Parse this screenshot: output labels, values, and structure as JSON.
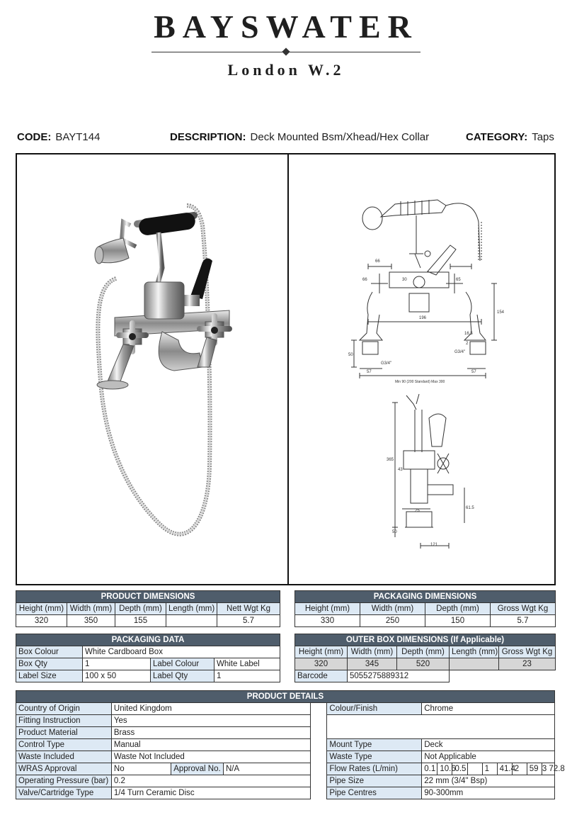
{
  "brand": {
    "name": "BAYSWATER",
    "sub": "London W.2"
  },
  "info": {
    "code_label": "CODE:",
    "code": "BAYT144",
    "desc_label": "DESCRIPTION:",
    "desc": "Deck Mounted Bsm/Xhead/Hex Collar",
    "cat_label": "CATEGORY:",
    "cat": "Taps"
  },
  "drawing": {
    "dims": [
      "66",
      "66",
      "65",
      "30",
      "196",
      "154",
      "16.5",
      "50",
      "2",
      "G3/4\"",
      "G3/4\"",
      "57",
      "57",
      "Min 90 (200 Standard) Max 300",
      "365",
      "43",
      "25",
      "61.5",
      "50",
      "121"
    ]
  },
  "product_dimensions": {
    "title": "PRODUCT DIMENSIONS",
    "headers": [
      "Height (mm)",
      "Width (mm)",
      "Depth (mm)",
      "Length (mm)",
      "Nett Wgt Kg"
    ],
    "values": [
      "320",
      "350",
      "155",
      "",
      "5.7"
    ]
  },
  "packaging_dimensions": {
    "title": "PACKAGING DIMENSIONS",
    "headers": [
      "Height (mm)",
      "Width (mm)",
      "Depth (mm)",
      "Gross Wgt Kg"
    ],
    "values": [
      "330",
      "250",
      "150",
      "5.7"
    ]
  },
  "packaging_data": {
    "title": "PACKAGING DATA",
    "box_colour_label": "Box Colour",
    "box_colour": "White Cardboard Box",
    "box_qty_label": "Box Qty",
    "box_qty": "1",
    "label_colour_label": "Label Colour",
    "label_colour": "White Label",
    "label_size_label": "Label Size",
    "label_size": "100  x  50",
    "label_qty_label": "Label Qty",
    "label_qty": "1"
  },
  "outer_box": {
    "title": "OUTER BOX DIMENSIONS (If Applicable)",
    "headers": [
      "Height (mm)",
      "Width (mm)",
      "Depth (mm)",
      "Length (mm)",
      "Gross Wgt Kg"
    ],
    "values": [
      "320",
      "345",
      "520",
      "",
      "23"
    ],
    "barcode_label": "Barcode",
    "barcode": "5055275889312"
  },
  "product_details": {
    "title": "PRODUCT DETAILS",
    "country_label": "Country of Origin",
    "country": "United Kingdom",
    "colour_label": "Colour/Finish",
    "colour": "Chrome",
    "fitting_label": "Fitting Instruction",
    "fitting": "Yes",
    "material_label": "Product Material",
    "material": "Brass",
    "control_label": "Control Type",
    "control": "Manual",
    "mount_label": "Mount Type",
    "mount": "Deck",
    "waste_inc_label": "Waste Included",
    "waste_inc": "Waste Not Included",
    "waste_type_label": "Waste Type",
    "waste_type": "Not Applicable",
    "wras_label": "WRAS Approval",
    "wras": "No",
    "approval_label": "Approval No.",
    "approval": "N/A",
    "flow_label": "Flow Rates (L/min)",
    "flow": [
      "0.1",
      "10.6",
      "0.5",
      "",
      "1",
      "41.4",
      "2",
      "59",
      "3",
      "72.8"
    ],
    "pressure_label": "Operating Pressure (bar)",
    "pressure": "0.2",
    "pipe_size_label": "Pipe Size",
    "pipe_size": "22 mm (3/4\" Bsp)",
    "valve_label": "Valve/Cartridge Type",
    "valve": "1/4 Turn Ceramic Disc",
    "pipe_centres_label": "Pipe Centres",
    "pipe_centres": "90-300mm"
  }
}
